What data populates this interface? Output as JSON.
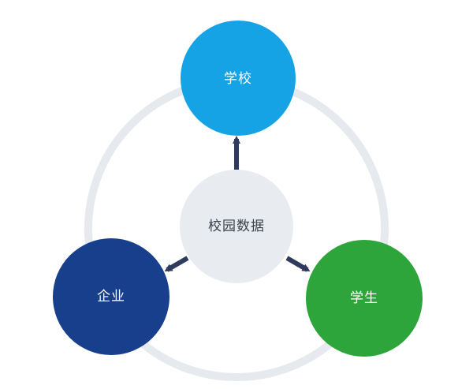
{
  "diagram": {
    "center": {
      "label": "校园数据",
      "color": "#e8ebef"
    },
    "nodes": [
      {
        "id": "school",
        "label": "学校",
        "color": "#16a3e6"
      },
      {
        "id": "student",
        "label": "学生",
        "color": "#2ea53a"
      },
      {
        "id": "company",
        "label": "企业",
        "color": "#173f8c"
      }
    ],
    "ring_color": "#e6e9ed",
    "arrow_color": "#2f3b5c"
  }
}
